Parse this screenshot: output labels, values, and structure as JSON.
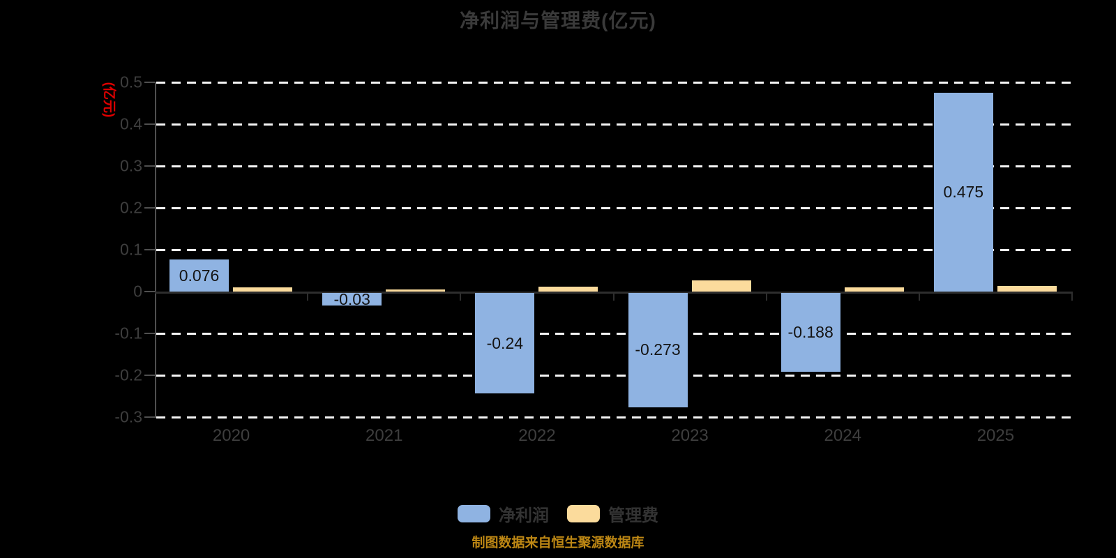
{
  "title": "净利润与管理费(亿元)",
  "y_axis": {
    "unit_label": "(亿元)",
    "unit_label_color": "#e00000",
    "tick_labels": [
      "0.5",
      "0.4",
      "0.3",
      "0.2",
      "0.1",
      "0",
      "-0.1",
      "-0.2",
      "-0.3"
    ]
  },
  "x_axis": {
    "categories": [
      "2020",
      "2021",
      "2022",
      "2023",
      "2024",
      "2025"
    ]
  },
  "legend": {
    "items": [
      {
        "id": "net-profit",
        "label": "净利润",
        "color": "#8FB3E2"
      },
      {
        "id": "mgmt-fee",
        "label": "管理费",
        "color": "#FBDB9C"
      }
    ]
  },
  "source_note": "制图数据来自恒生聚源数据库",
  "colors": {
    "background": "#000000",
    "title_text": "#3a3a3a",
    "axis_text": "#3e3e3e",
    "bar_label_text": "#141414",
    "gridline": "#f4f4f4",
    "y_axis_line": "#4f4f4f",
    "x_axis_line": "#2e2e2e",
    "net_profit_bar": "#8FB3E2",
    "mgmt_fee_bar": "#FBDB9C",
    "unit_label": "#e00000",
    "source_text": "#bd8714"
  },
  "chart_data": {
    "type": "bar",
    "categories": [
      "2020",
      "2021",
      "2022",
      "2023",
      "2024",
      "2025"
    ],
    "series": [
      {
        "name": "净利润",
        "id": "net-profit",
        "color": "#8FB3E2",
        "values": [
          0.076,
          -0.03,
          -0.24,
          -0.273,
          -0.188,
          0.475
        ],
        "data_labels": [
          "0.076",
          "-0.03",
          "-0.24",
          "-0.273",
          "-0.188",
          "0.475"
        ]
      },
      {
        "name": "管理费",
        "id": "mgmt-fee",
        "color": "#FBDB9C",
        "values": [
          0.01,
          0.005,
          0.012,
          0.026,
          0.01,
          0.014
        ],
        "data_labels": null
      }
    ],
    "title": "净利润与管理费(亿元)",
    "ylabel": "(亿元)",
    "ylim": [
      -0.3,
      0.5
    ],
    "ytick_step": 0.1,
    "grid": true,
    "gridline_style": "dashed",
    "legend_position": "bottom"
  }
}
